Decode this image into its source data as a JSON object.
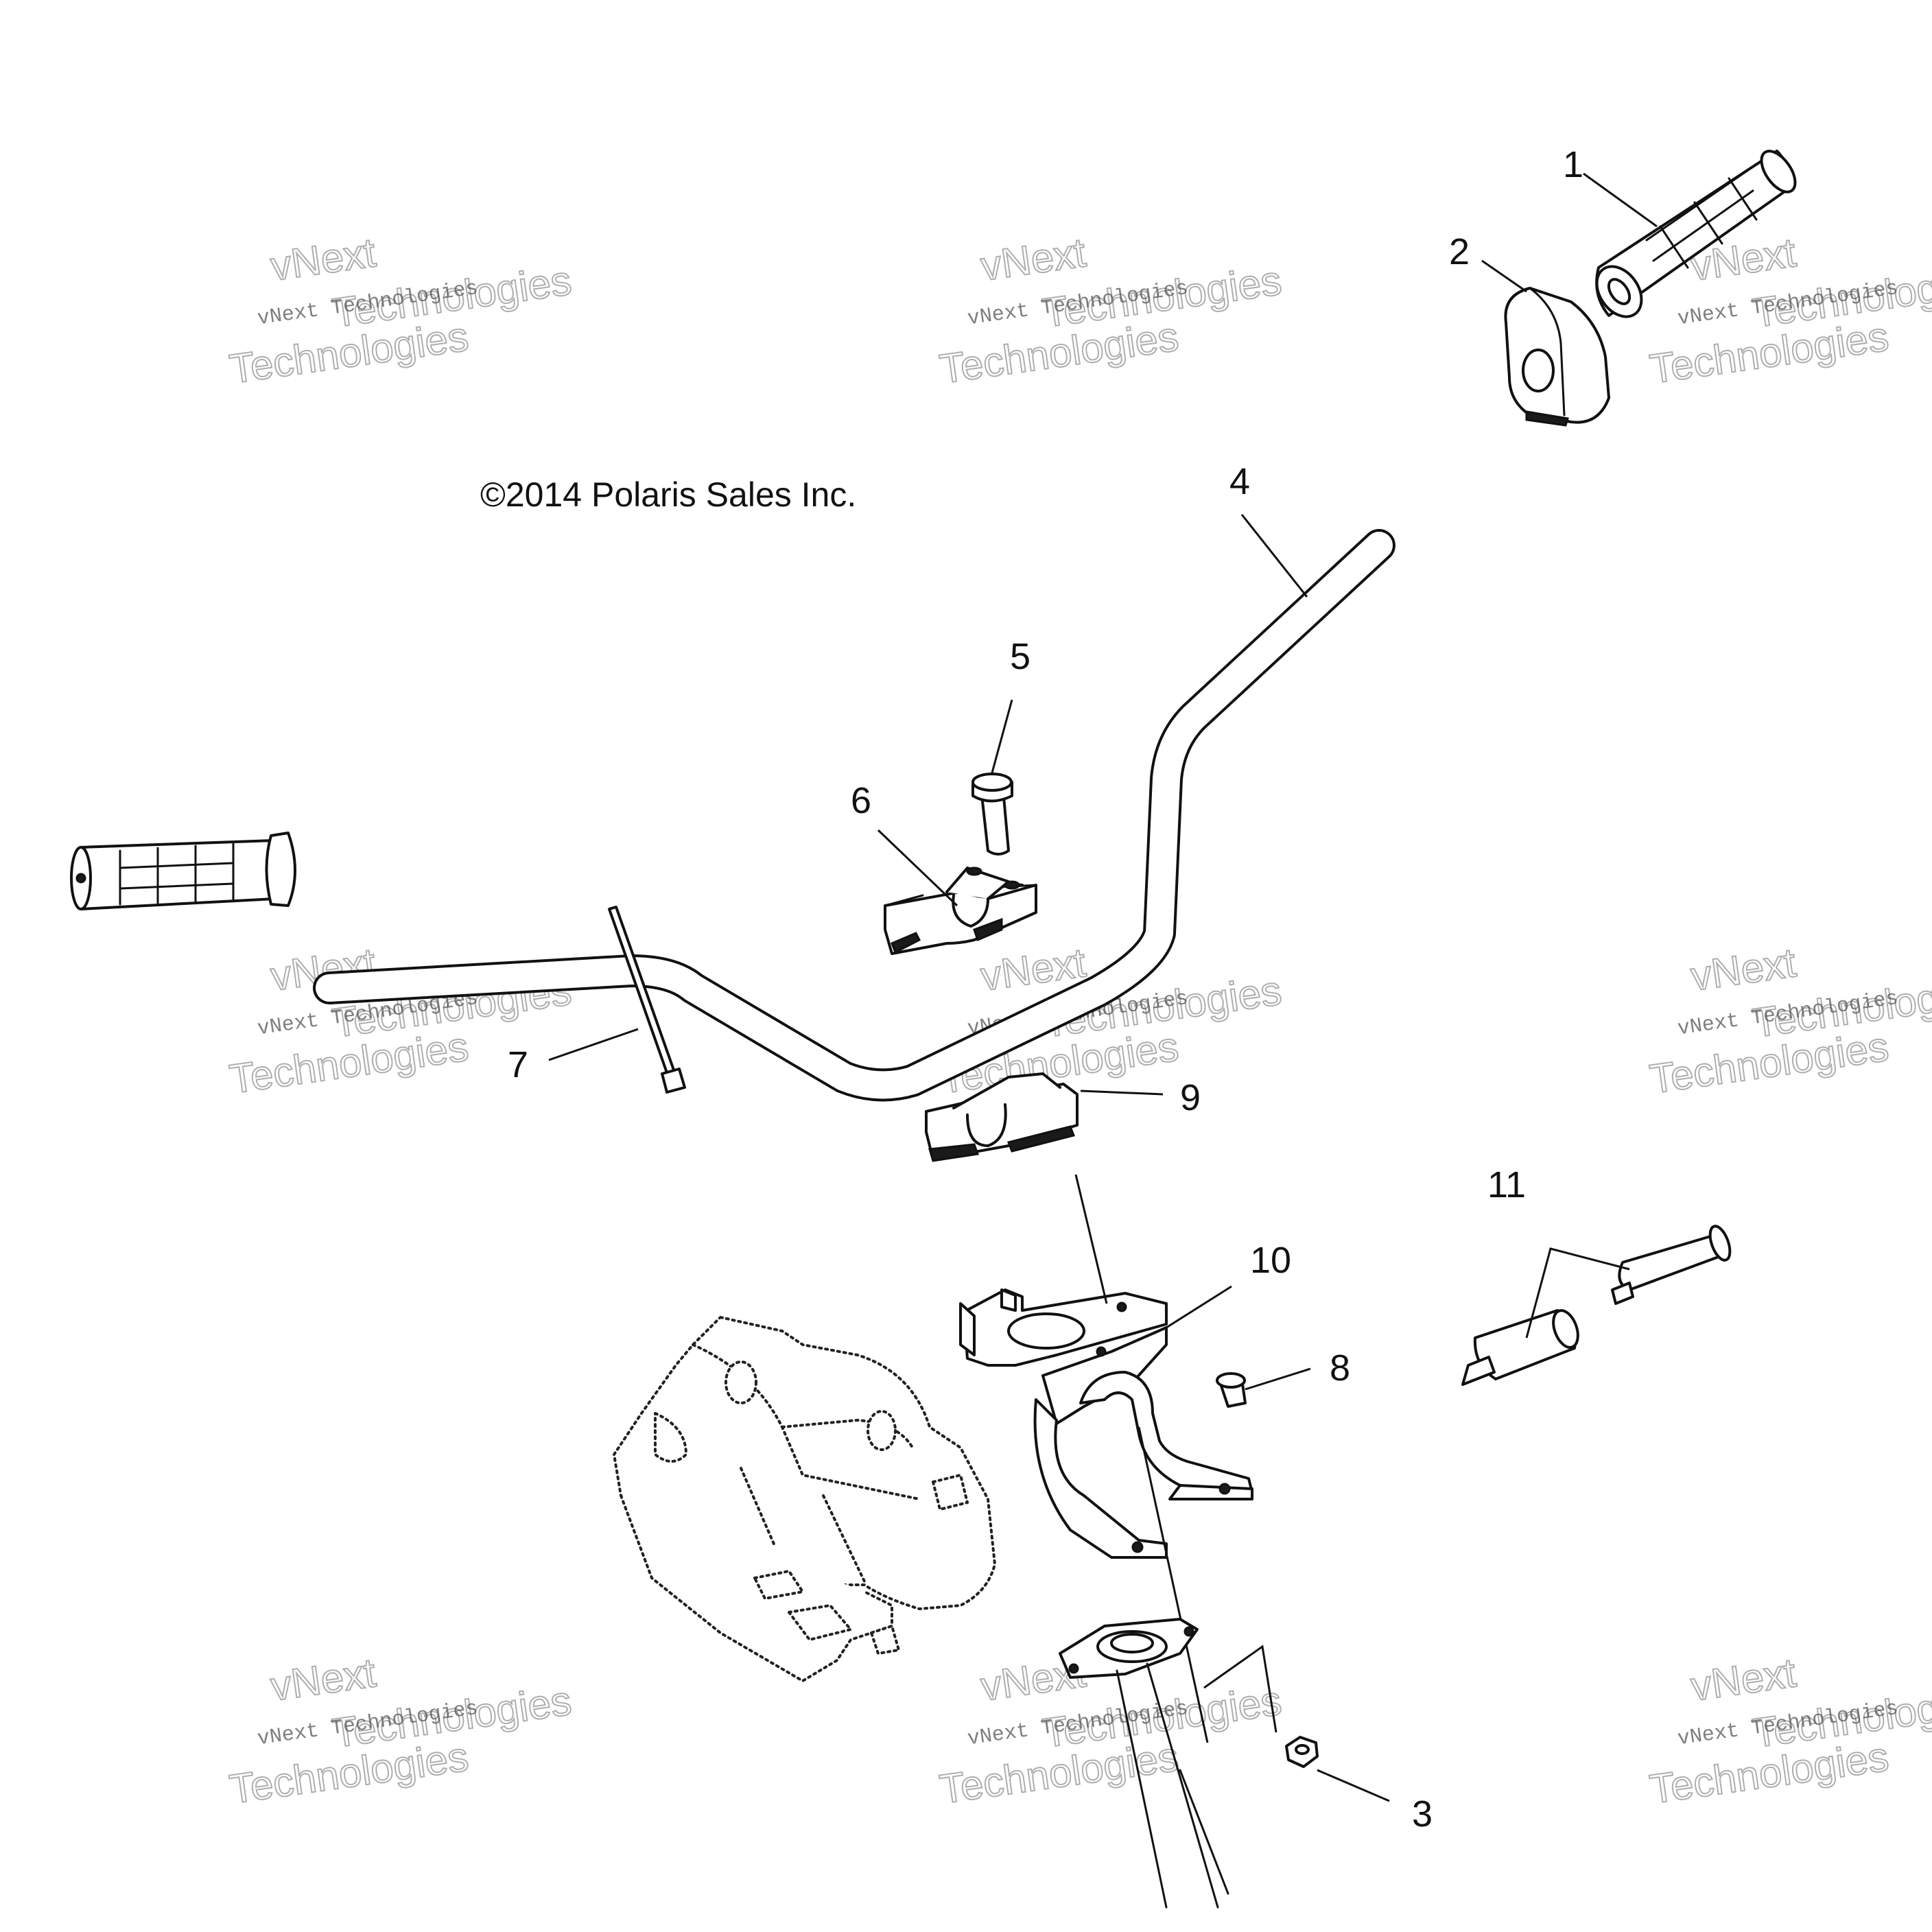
{
  "copyright": "©2014 Polaris Sales Inc.",
  "watermark": {
    "line1": "vNext Technologies",
    "big_top": "vNext",
    "big_mid": "Technologies",
    "big_bottom": "Technologies"
  },
  "callouts": {
    "c1": "1",
    "c2": "2",
    "c3": "3",
    "c4": "4",
    "c5": "5",
    "c6": "6",
    "c7": "7",
    "c8": "8",
    "c9": "9",
    "c10": "10",
    "c11": "11"
  }
}
